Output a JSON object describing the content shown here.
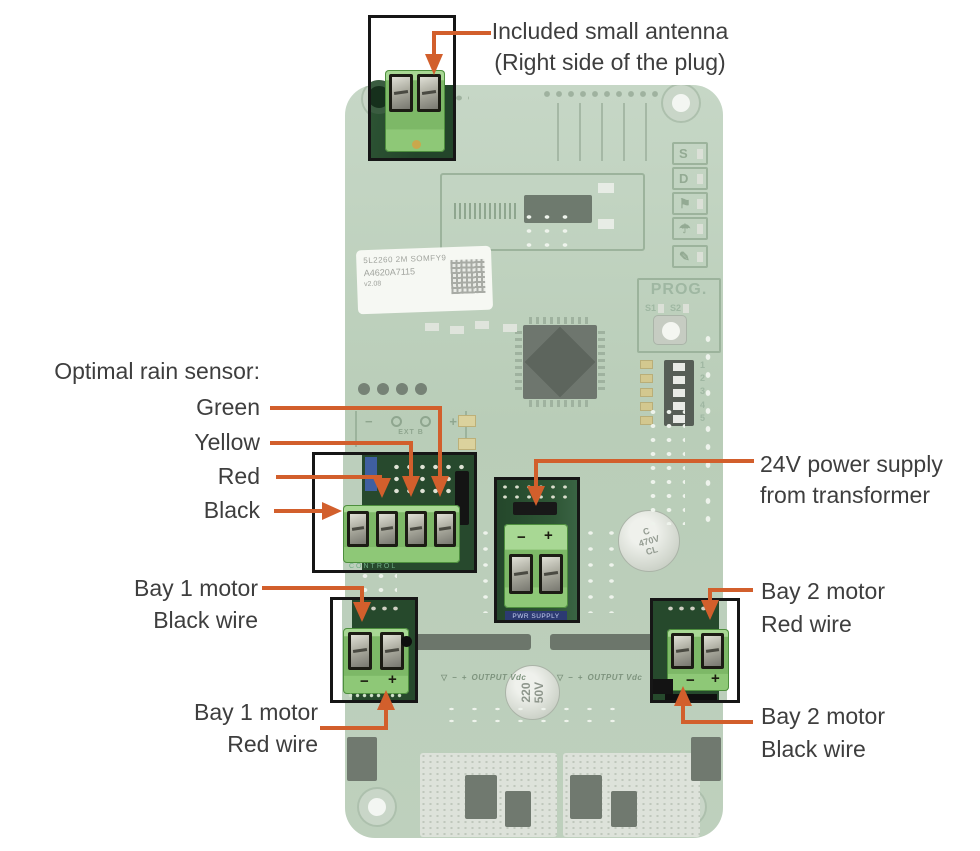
{
  "colors": {
    "arrow": "#d25f2c",
    "box_border": "#161616",
    "board_faded": "#bccfbc",
    "board_dark": "#27492d",
    "terminal_green": "#7db867",
    "label_text": "#3e3e3e"
  },
  "annotations": {
    "antenna": {
      "line1": "Included small antenna",
      "line2": "(Right side of the plug)"
    },
    "rain": {
      "title": "Optimal rain sensor:",
      "wires": [
        "Green",
        "Yellow",
        "Red",
        "Black"
      ]
    },
    "power": {
      "line1": "24V power supply",
      "line2": "from transformer"
    },
    "bay1_black": {
      "line1": "Bay 1 motor",
      "line2": "Black wire"
    },
    "bay1_red": {
      "line1": "Bay 1 motor",
      "line2": "Red wire"
    },
    "bay2_red": {
      "line1": "Bay 2 motor",
      "line2": "Red wire"
    },
    "bay2_black": {
      "line1": "Bay 2 motor",
      "line2": "Black wire"
    }
  },
  "board": {
    "sticker": {
      "line1": "5L2260  2M  SOMFY9",
      "line2": "A4620A7115",
      "line3": "v2.08"
    },
    "prog": {
      "label": "PROG.",
      "s1": "S1",
      "s2": "S2"
    },
    "side_icons": {
      "s": "S",
      "d": "D",
      "flag": "⚑",
      "rain": "☂",
      "pen": "✎"
    },
    "dip": [
      "1",
      "2",
      "3",
      "4",
      "5"
    ],
    "ext": {
      "label": "EXT B",
      "minus": "−",
      "plus": "+"
    },
    "silk": {
      "pwr": "PWR SUPPLY",
      "control": "CONTROL",
      "output": "OUTPUT Vdc",
      "tri": "▽",
      "minus": "−",
      "plus": "+"
    },
    "caps": {
      "center_l1": "220",
      "center_l2": "50V",
      "right_l1": "C",
      "right_l2": "470V",
      "right_l3": "CL"
    },
    "terminal": {
      "minus": "−",
      "plus": "+"
    }
  }
}
